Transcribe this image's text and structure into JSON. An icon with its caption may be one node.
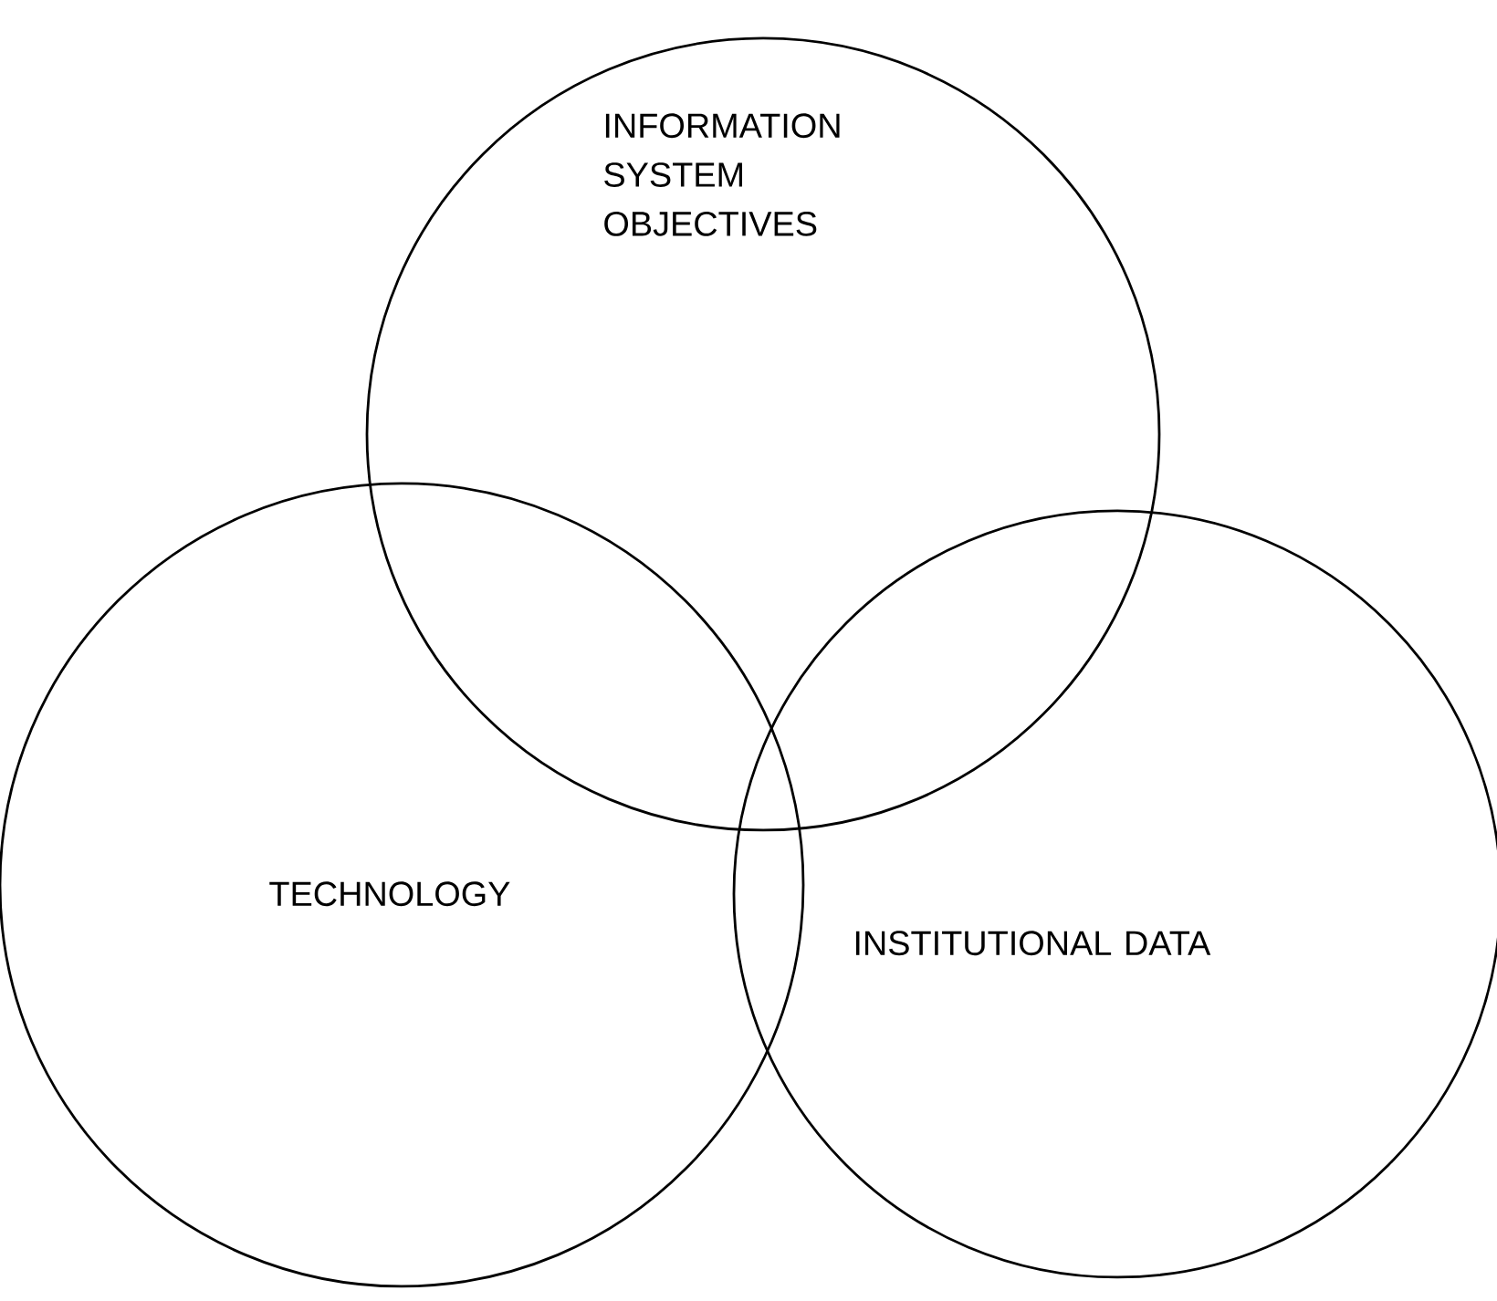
{
  "diagram": {
    "nodes": [
      {
        "text": [
          "INFORMATION SYSTEM OBJECTIVES"
        ]
      },
      {
        "text": [
          "TECHNOLOGY"
        ]
      },
      {
        "text": [
          "INSTITUTIONAL DATA"
        ]
      }
    ]
  }
}
